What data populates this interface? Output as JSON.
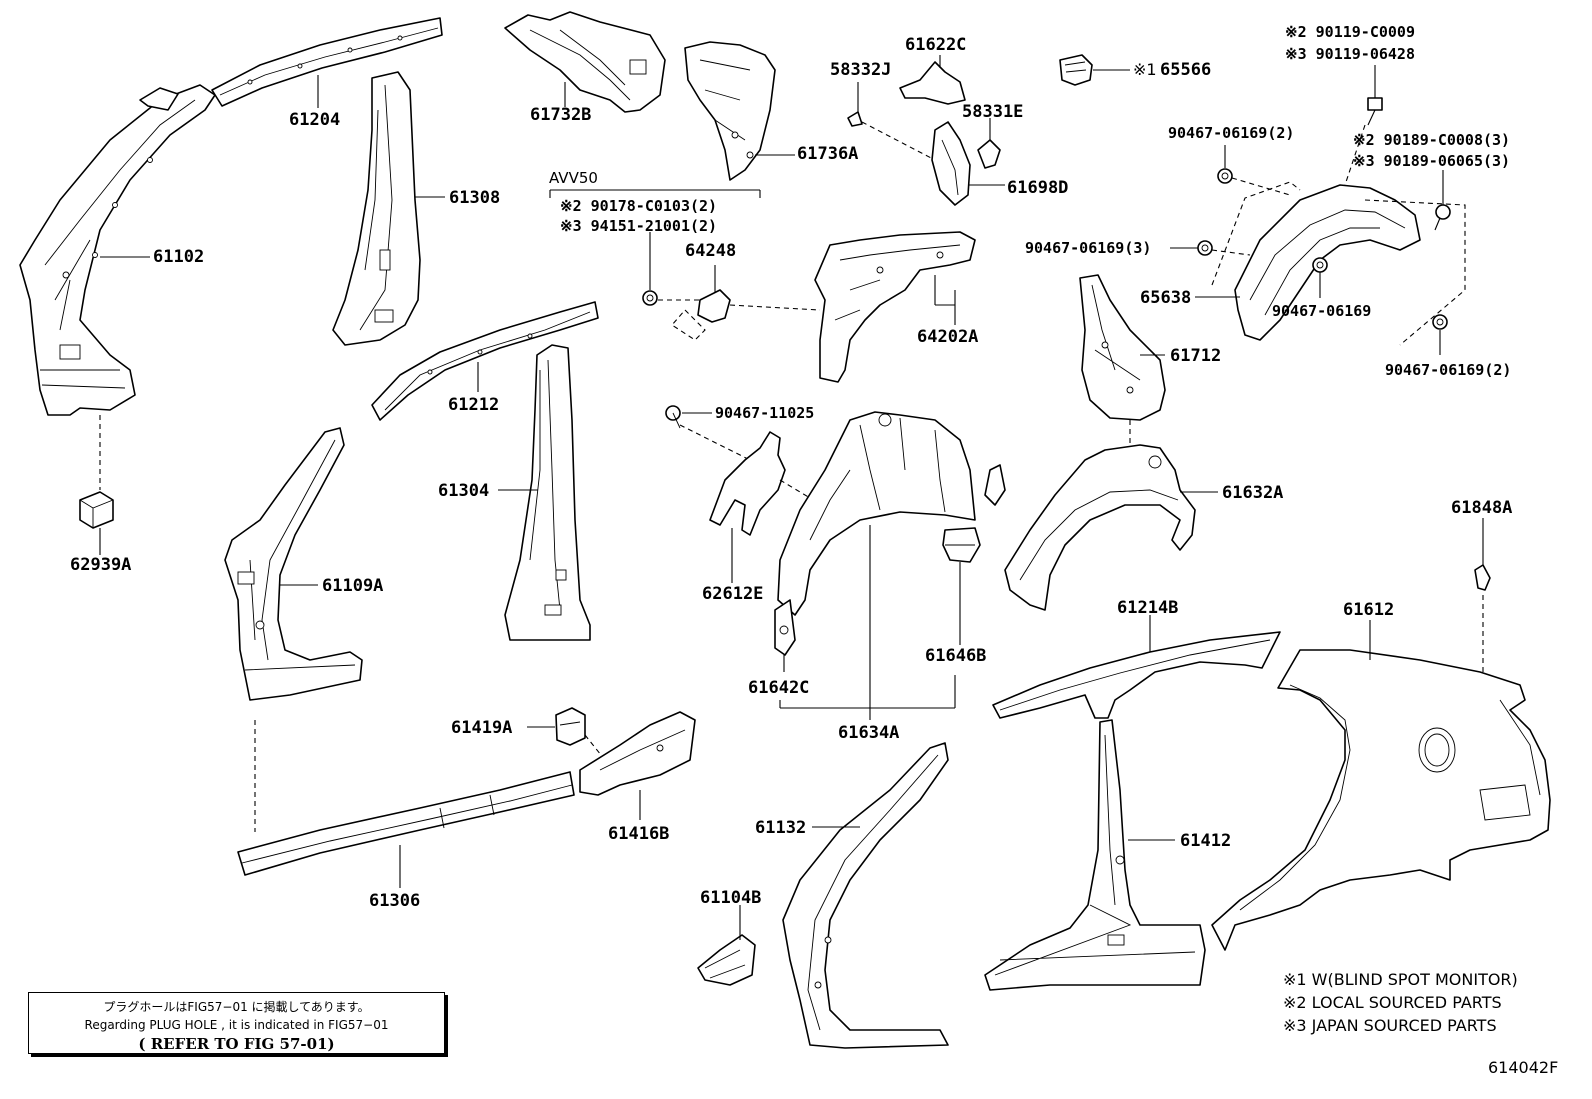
{
  "parts": {
    "p61204": "61204",
    "p61732B": "61732B",
    "p61736A": "61736A",
    "p61622C": "61622C",
    "p58332J": "58332J",
    "p58331E": "58331E",
    "p61698D": "61698D",
    "p65566": "65566",
    "p65566_mark": "※1",
    "p61308": "61308",
    "p61102": "61102",
    "p64248": "64248",
    "p64202A": "64202A",
    "p61212": "61212",
    "p61304": "61304",
    "p62939A": "62939A",
    "p61109A": "61109A",
    "p90467_11025": "90467-11025",
    "p62612E": "62612E",
    "p61642C": "61642C",
    "p61634A": "61634A",
    "p61646B": "61646B",
    "p65638": "65638",
    "p61712": "61712",
    "p61632A": "61632A",
    "p61848A": "61848A",
    "p61214B": "61214B",
    "p61612": "61612",
    "p61419A": "61419A",
    "p61416B": "61416B",
    "p61306": "61306",
    "p61132": "61132",
    "p61104B": "61104B",
    "p61412": "61412"
  },
  "avv50": {
    "header": "AVV50",
    "line1": "※2 90178-C0103(2)",
    "line2": "※3 94151-21001(2)"
  },
  "fasteners": {
    "top1": "※2  90119-C0009",
    "top2": "※3  90119-06428",
    "nut_a": "90467-06169(2)",
    "nut_b1": "※2 90189-C0008(3)",
    "nut_b2": "※3 90189-06065(3)",
    "nut_c": "90467-06169(3)",
    "nut_d": "90467-06169",
    "nut_e": "90467-06169(2)"
  },
  "note": {
    "line1": "プラグホールはFIG57−01 に掲載してあります。",
    "line2": "Regarding  PLUG HOLE , it is indicated in FIG57−01",
    "line3": "( REFER TO FIG 57-01)"
  },
  "legend": {
    "item1": "※1 W(BLIND SPOT MONITOR)",
    "item2": "※2 LOCAL SOURCED PARTS",
    "item3": "※3 JAPAN SOURCED PARTS"
  },
  "figure_id": "614042F"
}
